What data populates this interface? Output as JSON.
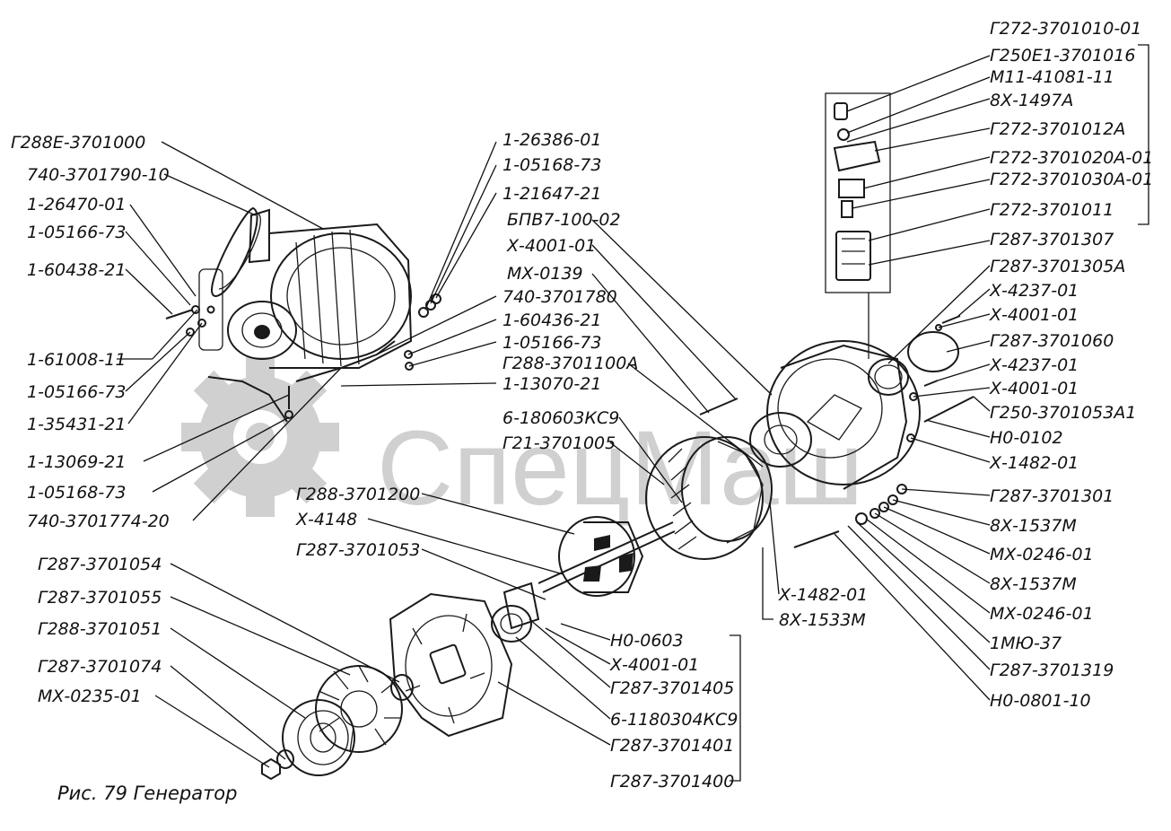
{
  "caption": "Рис. 79 Генератор",
  "watermark": "СпецМаш",
  "labels": {
    "l1": "Г272-3701010-01",
    "l2": "Г250Е1-3701016",
    "l3": "М11-41081-11",
    "l4": "8Х-1497А",
    "l5": "Г272-3701012А",
    "l6": "Г272-3701020А-01",
    "l7": "Г272-3701030А-01",
    "l8": "Г272-3701011",
    "l9": "Г287-3701307",
    "l10": "Г287-3701305А",
    "l11": "Х-4237-01",
    "l12": "Х-4001-01",
    "l13": "Г287-3701060",
    "l14": "Х-4237-01",
    "l15": "Х-4001-01",
    "l16": "Г250-3701053А1",
    "l17": "Н0-0102",
    "l18": "Х-1482-01",
    "l19": "Г287-3701301",
    "l20": "8Х-1537М",
    "l21": "МХ-0246-01",
    "l22": "8Х-1537М",
    "l23": "МХ-0246-01",
    "l24": "1МЮ-37",
    "l25": "Г287-3701319",
    "l26": "Н0-0801-10",
    "l27": "Х-1482-01",
    "l28": "8Х-1533М",
    "l29": "Г288Е-3701000",
    "l30": "740-3701790-10",
    "l31": "1-26470-01",
    "l32": "1-05166-73",
    "l33": "1-60438-21",
    "l34": "1-61008-11",
    "l35": "1-05166-73",
    "l36": "1-35431-21",
    "l37": "1-13069-21",
    "l38": "1-05168-73",
    "l39": "740-3701774-20",
    "l40": "1-26386-01",
    "l41": "1-05168-73",
    "l42": "1-21647-21",
    "l43": "БПВ7-100-02",
    "l44": "Х-4001-01",
    "l45": "МХ-0139",
    "l46": "740-3701780",
    "l47": "1-60436-21",
    "l48": "1-05166-73",
    "l49": "Г288-3701100А",
    "l50": "1-13070-21",
    "l51": "6-180603КС9",
    "l52": "Г21-3701005",
    "l53": "Г288-3701200",
    "l54": "Х-4148",
    "l55": "Г287-3701053",
    "l56": "Г287-3701054",
    "l57": "Г287-3701055",
    "l58": "Г288-3701051",
    "l59": "Г287-3701074",
    "l60": "МХ-0235-01",
    "l61": "Н0-0603",
    "l62": "Х-4001-01",
    "l63": "Г287-3701405",
    "l64": "6-1180304КС9",
    "l65": "Г287-3701401",
    "l66": "Г287-3701400"
  }
}
